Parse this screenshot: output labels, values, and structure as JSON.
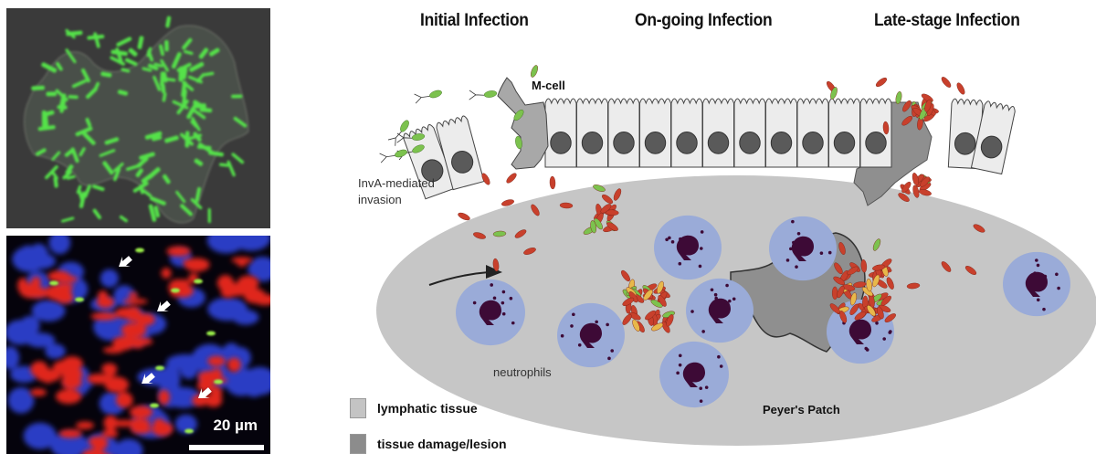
{
  "stage_titles": [
    "Initial Infection",
    "On-going Infection",
    "Late-stage Infection"
  ],
  "labels": {
    "m_cell": "M-cell",
    "inva_line1": "InvA-mediated",
    "inva_line2": "invasion",
    "neutrophils": "neutrophils",
    "peyers_patch": "Peyer's Patch"
  },
  "legend": [
    {
      "label": "lymphatic tissue",
      "color": "#c4c4c4"
    },
    {
      "label": "tissue damage/lesion",
      "color": "#8c8c8c"
    }
  ],
  "micrograph": {
    "scale_bar_label": "20 µm"
  },
  "colors": {
    "tissue": "#c6c6c6",
    "lesion": "#8f8f8f",
    "neutrophil": "#9aabd8",
    "nucleus": "#3d0a36",
    "bacteria_red": "#c8402c",
    "bacteria_green": "#7cc24e",
    "bacteria_yellow": "#e8b84a",
    "epithelium": "#ececec"
  }
}
